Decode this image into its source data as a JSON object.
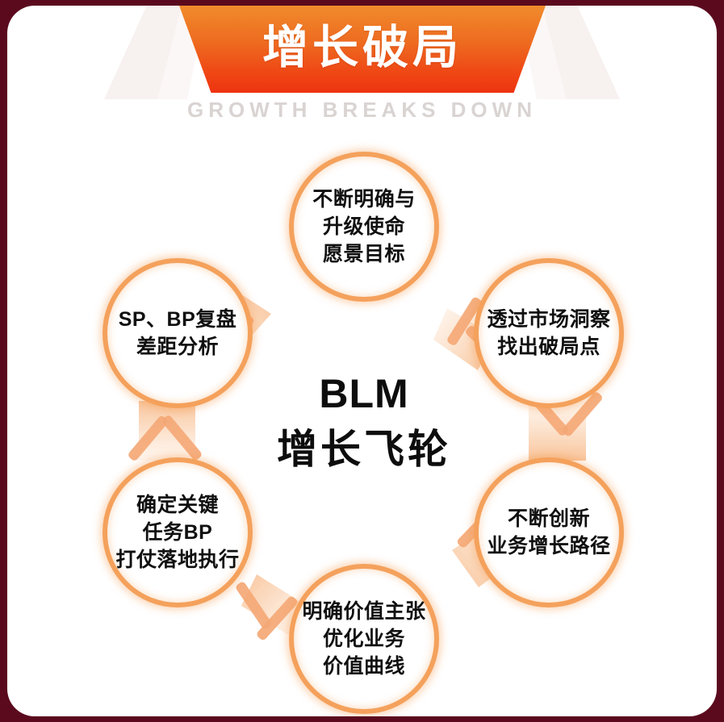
{
  "frame": {
    "border_color": "#5b0a1e",
    "background_color": "#ffffff"
  },
  "header": {
    "title": "增长破局",
    "subtitle": "GROWTH BREAKS DOWN",
    "banner_gradient_top": "#f08b2c",
    "banner_gradient_bottom": "#ee3410",
    "title_color": "#ffffff",
    "subtitle_color": "#d9d4d2"
  },
  "diagram": {
    "center": {
      "line1": "BLM",
      "line2": "增长飞轮"
    },
    "accent_color": "#f4a15c",
    "flow_direction": "clockwise",
    "nodes": [
      {
        "id": "mission-vision",
        "position": "top",
        "text": "不断明确与\n升级使命\n愿景目标"
      },
      {
        "id": "market-insight",
        "position": "upper-right",
        "text": "透过市场洞察\n找出破局点"
      },
      {
        "id": "innovate-growth",
        "position": "lower-right",
        "text": "不断创新\n业务增长路径"
      },
      {
        "id": "value-curve",
        "position": "bottom",
        "text": "明确价值主张\n优化业务\n价值曲线"
      },
      {
        "id": "key-tasks-bp",
        "position": "lower-left",
        "text": "确定关键\n任务BP\n打仗落地执行"
      },
      {
        "id": "sp-bp-review",
        "position": "upper-left",
        "text": "SP、BP复盘\n差距分析"
      }
    ],
    "arrows": [
      {
        "id": "arrow-upperleft-to-top",
        "from": "sp-bp-review",
        "to": "mission-vision"
      },
      {
        "id": "arrow-top-to-upperright",
        "from": "mission-vision",
        "to": "market-insight"
      },
      {
        "id": "arrow-upperright-to-lowerright",
        "from": "market-insight",
        "to": "innovate-growth"
      },
      {
        "id": "arrow-lowerright-to-bottom",
        "from": "innovate-growth",
        "to": "value-curve"
      },
      {
        "id": "arrow-bottom-to-lowerleft",
        "from": "value-curve",
        "to": "key-tasks-bp"
      },
      {
        "id": "arrow-lowerleft-to-upperleft",
        "from": "key-tasks-bp",
        "to": "sp-bp-review"
      }
    ]
  }
}
